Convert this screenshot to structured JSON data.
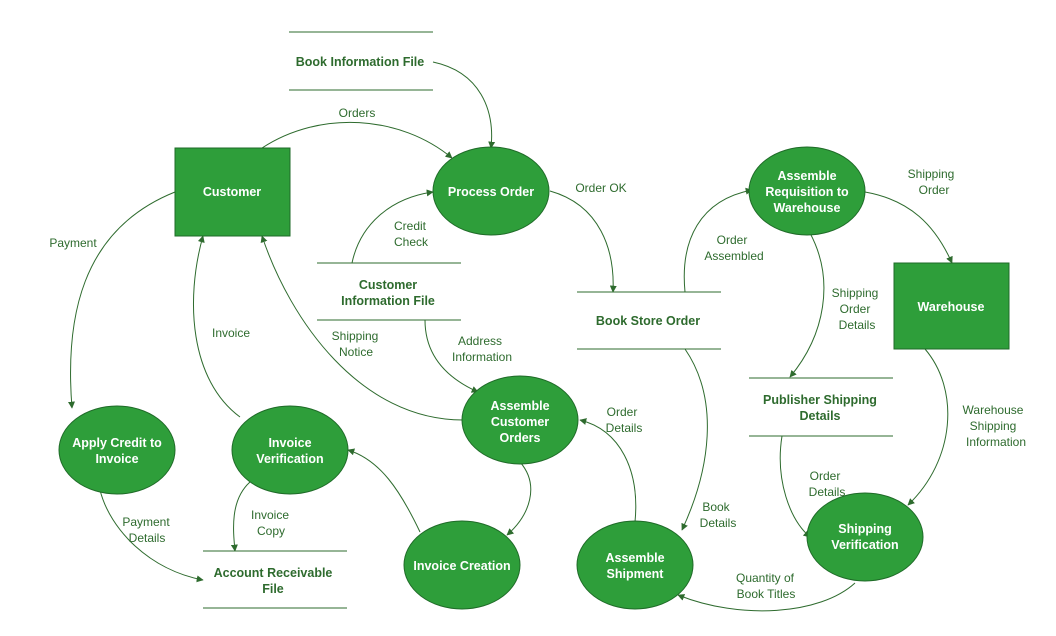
{
  "entities": {
    "customer": [
      "Customer"
    ],
    "warehouse": [
      "Warehouse"
    ]
  },
  "processes": {
    "process_order": [
      "Process Order"
    ],
    "assemble_requisition": [
      "Assemble",
      "Requisition to",
      "Warehouse"
    ],
    "apply_credit": [
      "Apply Credit to",
      "Invoice"
    ],
    "invoice_verification": [
      "Invoice",
      "Verification"
    ],
    "assemble_customer_orders": [
      "Assemble",
      "Customer",
      "Orders"
    ],
    "invoice_creation": [
      "Invoice Creation"
    ],
    "assemble_shipment": [
      "Assemble",
      "Shipment"
    ],
    "shipping_verification": [
      "Shipping",
      "Verification"
    ]
  },
  "stores": {
    "book_information_file": [
      "Book Information File"
    ],
    "customer_information_file": [
      "Customer",
      "Information File"
    ],
    "book_store_order": [
      "Book Store Order"
    ],
    "publisher_shipping_details": [
      "Publisher Shipping",
      "Details"
    ],
    "account_receivable_file": [
      "Account Receivable",
      "File"
    ]
  },
  "flows": {
    "orders": [
      "Orders"
    ],
    "order_ok": [
      "Order OK"
    ],
    "shipping_order": [
      "Shipping",
      "Order"
    ],
    "payment": [
      "Payment"
    ],
    "credit_check": [
      "Credit",
      "Check"
    ],
    "order_assembled": [
      "Order",
      "Assembled"
    ],
    "shipping_order_details": [
      "Shipping",
      "Order",
      "Details"
    ],
    "invoice": [
      "Invoice"
    ],
    "shipping_notice": [
      "Shipping",
      "Notice"
    ],
    "address_information": [
      "Address",
      "Information"
    ],
    "order_details_1": [
      "Order",
      "Details"
    ],
    "warehouse_shipping_information": [
      "Warehouse",
      "Shipping",
      "Information"
    ],
    "payment_details": [
      "Payment",
      "Details"
    ],
    "invoice_copy": [
      "Invoice",
      "Copy"
    ],
    "order_details_2": [
      "Order",
      "Details"
    ],
    "book_details": [
      "Book",
      "Details"
    ],
    "quantity_of_book_titles": [
      "Quantity of",
      "Book Titles"
    ]
  },
  "colors": {
    "node_fill": "#2e9e3a",
    "line": "#2e6b2e"
  }
}
